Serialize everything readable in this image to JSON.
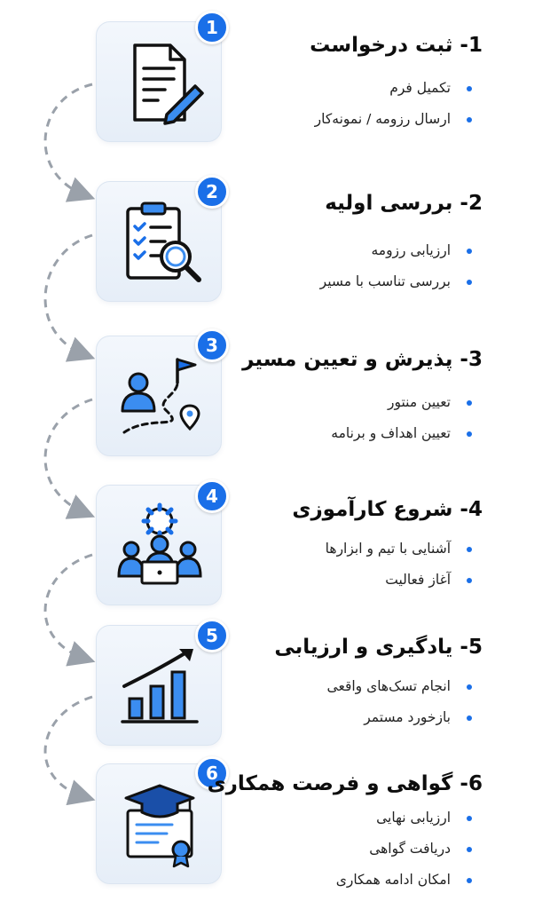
{
  "accent_color": "#1a6fe8",
  "steps": [
    {
      "number": "1",
      "title": "1- ثبت درخواست",
      "icon": "document-pencil-icon",
      "bullets": [
        "تکمیل فرم",
        "ارسال رزومه / نمونه‌کار"
      ]
    },
    {
      "number": "2",
      "title": "2- بررسی اولیه",
      "icon": "clipboard-magnifier-icon",
      "bullets": [
        "ارزیابی رزومه",
        "بررسی تناسب با مسیر"
      ]
    },
    {
      "number": "3",
      "title": "3- پذیرش و تعیین مسیر",
      "icon": "person-path-flag-icon",
      "bullets": [
        "تعیین منتور",
        "تعیین اهداف و برنامه"
      ]
    },
    {
      "number": "4",
      "title": "4- شروع کارآموزی",
      "icon": "team-gear-laptop-icon",
      "bullets": [
        "آشنایی با تیم و ابزارها",
        "آغاز فعالیت"
      ]
    },
    {
      "number": "5",
      "title": "5- یادگیری و ارزیابی",
      "icon": "growth-chart-icon",
      "bullets": [
        "انجام تسک‌های واقعی",
        "بازخورد مستمر"
      ]
    },
    {
      "number": "6",
      "title": "6- گواهی و فرصت همکاری",
      "icon": "certificate-cap-icon",
      "bullets": [
        "ارزیابی نهایی",
        "دریافت گواهی",
        "امکان ادامه همکاری"
      ]
    }
  ]
}
